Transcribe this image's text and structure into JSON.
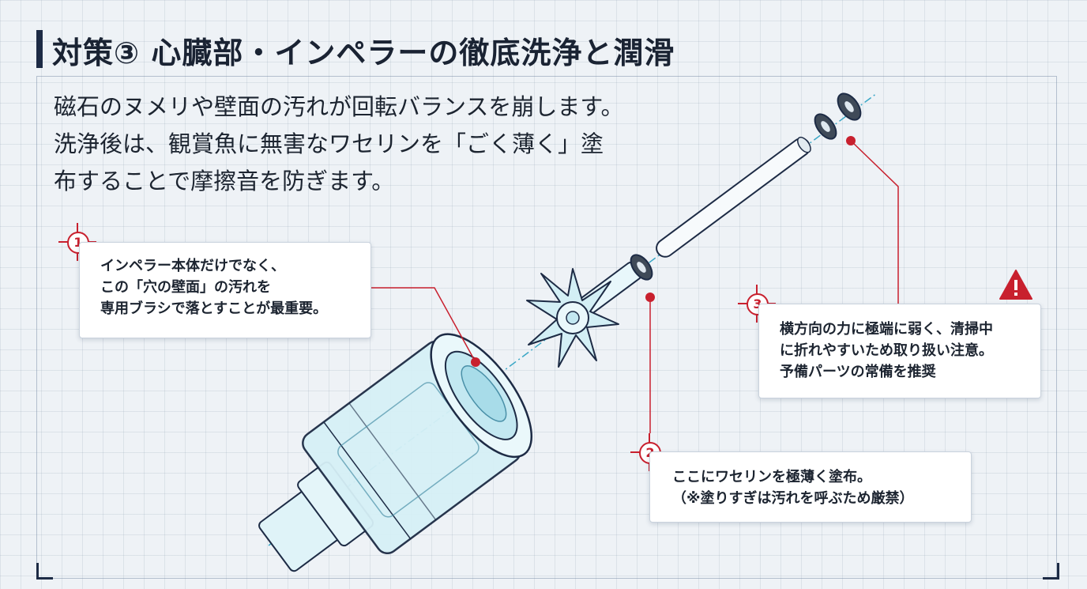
{
  "title": "対策③ 心臓部・インペラーの徹底洗浄と潤滑",
  "intro": [
    "磁石のヌメリや壁面の汚れが回転バランスを崩します。",
    "洗浄後は、観賞魚に無害なワセリンを「ごく薄く」塗",
    "布することで摩擦音を防ぎます。"
  ],
  "callouts": {
    "c1": {
      "num": "1",
      "lines": [
        "インペラー本体だけでなく、",
        "この「穴の壁面」の汚れを",
        "専用ブラシで落とすことが最重要。"
      ]
    },
    "c2": {
      "num": "2",
      "lines": [
        "ここにワセリンを極薄く塗布。",
        "（※塗りすぎは汚れを呼ぶため厳禁）"
      ]
    },
    "c3": {
      "num": "3",
      "lines": [
        "横方向の力に極端に弱く、清掃中",
        "に折れやすいため取り扱い注意。",
        "予備パーツの常備を推奨"
      ]
    }
  },
  "icons": {
    "warning": "warning-triangle-icon",
    "target": "crosshair-icon"
  },
  "colors": {
    "accent": "#c8202e",
    "navy": "#1d2b45",
    "glass": "#cfeef5"
  }
}
